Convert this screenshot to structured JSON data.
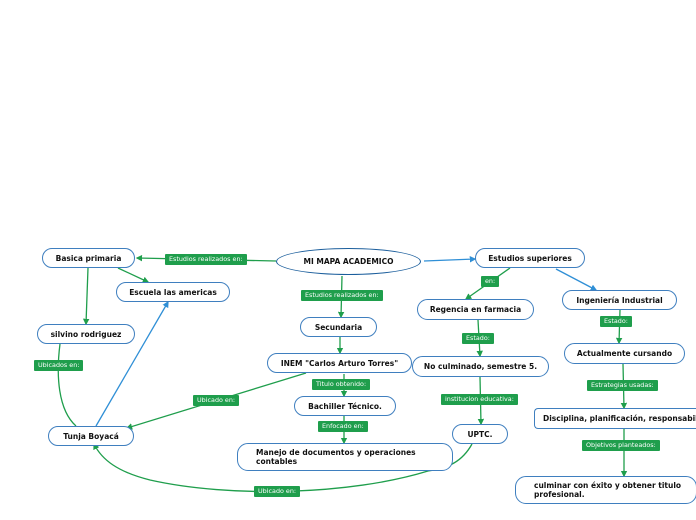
{
  "root": "MI MAPA ACADEMICO",
  "nodes": {
    "basica_primaria": "Basica primaria",
    "escuela": "Escuela las americas",
    "silvino": "silvino rodriguez",
    "tunja": "Tunja Boyacá",
    "secundaria": "Secundaria",
    "inem": "INEM \"Carlos Arturo Torres\"",
    "bachiller": "Bachiller Técnico.",
    "manejo": "Manejo de documentos y operaciones contables",
    "estudios_superiores": "Estudios superiores",
    "regencia": "Regencia en farmacia",
    "no_culminado": "No culminado, semestre 5.",
    "uptc": "UPTC.",
    "ingenieria": "Ingeniería Industrial",
    "actualmente": "Actualmente cursando",
    "disciplina": "Disciplina, planificación, responsabilidad",
    "culminar": "culminar con éxito y obtener titulo profesional."
  },
  "labels": {
    "estudios_realizados_left": "Estudios realizados en:",
    "estudios_realizados_mid": "Estudios realizados en:",
    "en": "en:",
    "ubicados_en": "Ubicados en:",
    "ubicado_en_mid": "Ubicado en:",
    "titulo_obtenido": "Titulo obtenido:",
    "enfocado_en": "Enfocado en:",
    "estado_regencia": "Estado:",
    "institucion": "institucion educativa:",
    "ubicado_en_bottom": "Ubicado en:",
    "estado_ing": "Estado:",
    "estrategias": "Estrategias usadas:",
    "objetivos": "Objetivos planteados:"
  },
  "colors": {
    "line_green": "#1f9e4c",
    "line_blue": "#2f8fd6",
    "node_border": "#3f7fbf",
    "label_bg": "#1f9e4c"
  }
}
